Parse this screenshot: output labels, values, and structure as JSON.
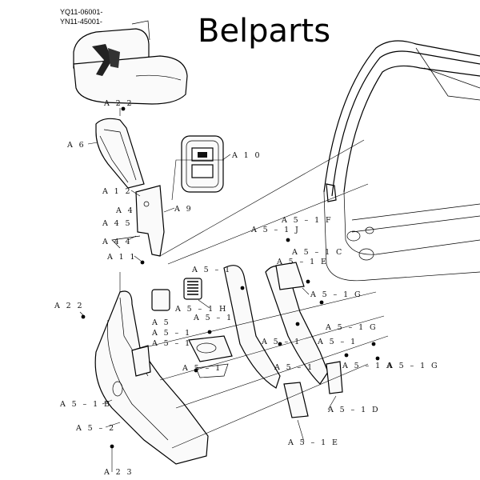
{
  "header": {
    "model_line_1": "YQ11-06001-",
    "model_line_2": "YN11-45001-"
  },
  "brand": "Belparts",
  "callouts": [
    "A22",
    "A6",
    "A10",
    "A12",
    "A4",
    "A45",
    "A9",
    "A44",
    "A11",
    "A5-1F",
    "A5-1J",
    "A5-1C",
    "A5-1E",
    "A5-1H",
    "A5-1",
    "A5",
    "A5-1G",
    "A5-1A",
    "A5-1B",
    "A5-2",
    "A5-1D",
    "A23"
  ],
  "icons": [
    "seat-icon",
    "door-frame-icon",
    "switch-panel-icon",
    "trim-panel-icon"
  ]
}
